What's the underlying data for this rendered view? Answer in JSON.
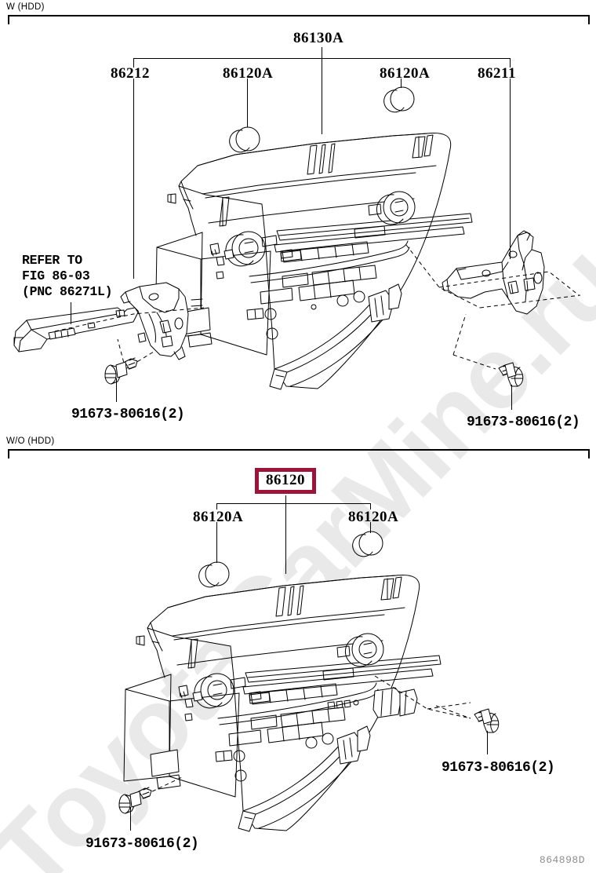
{
  "diagram": {
    "footer_code": "864898D",
    "watermark": "ToyotaCarMine.ru",
    "highlight_color": "#9e1339",
    "sections": [
      {
        "id": "with-hdd",
        "label": "W (HDD)",
        "callouts": [
          {
            "id": "86130A",
            "text": "86130A"
          },
          {
            "id": "86212",
            "text": "86212"
          },
          {
            "id": "86120A-left",
            "text": "86120A"
          },
          {
            "id": "86120A-right",
            "text": "86120A"
          },
          {
            "id": "86211",
            "text": "86211"
          }
        ],
        "notes": [
          {
            "id": "refer-to",
            "line1": "REFER TO",
            "line2": "FIG 86-03",
            "line3": "(PNC 86271L)"
          }
        ],
        "fasteners": [
          {
            "id": "bolt-left",
            "text": "91673-80616(2)"
          },
          {
            "id": "bolt-right",
            "text": "91673-80616(2)"
          }
        ]
      },
      {
        "id": "without-hdd",
        "label": "W/O (HDD)",
        "callouts": [
          {
            "id": "86120",
            "text": "86120",
            "highlighted": true
          },
          {
            "id": "86120A-left",
            "text": "86120A"
          },
          {
            "id": "86120A-right",
            "text": "86120A"
          }
        ],
        "fasteners": [
          {
            "id": "bolt-left",
            "text": "91673-80616(2)"
          },
          {
            "id": "bolt-right",
            "text": "91673-80616(2)"
          }
        ]
      }
    ]
  }
}
